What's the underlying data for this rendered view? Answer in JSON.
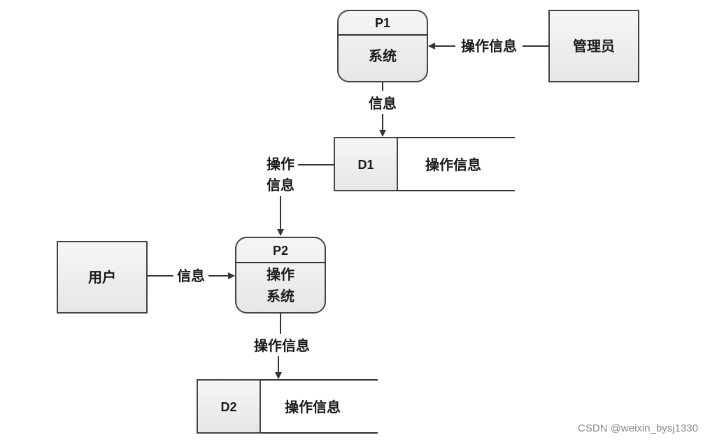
{
  "diagram": {
    "processes": {
      "p1": {
        "id": "P1",
        "name": "系统"
      },
      "p2": {
        "id": "P2",
        "name_line1": "操作",
        "name_line2": "系统"
      }
    },
    "entities": {
      "admin": "管理员",
      "user": "用户"
    },
    "stores": {
      "d1": {
        "id": "D1",
        "name": "操作信息"
      },
      "d2": {
        "id": "D2",
        "name": "操作信息"
      }
    },
    "flows": {
      "admin_to_p1": "操作信息",
      "p1_to_d1": "信息",
      "d1_to_p2_line1": "操作",
      "d1_to_p2_line2": "信息",
      "user_to_p2": "信息",
      "p2_to_d2": "操作信息"
    }
  },
  "watermark": "CSDN @weixin_bysj1330"
}
